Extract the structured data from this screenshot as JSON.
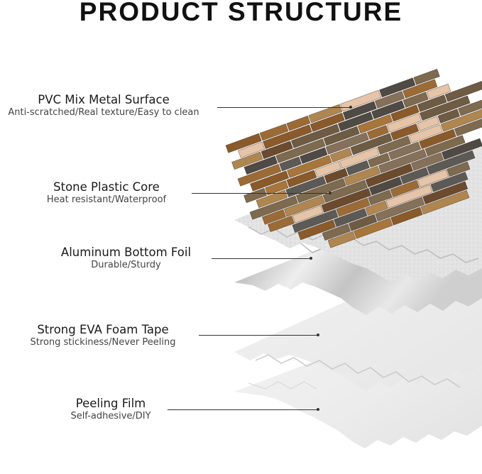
{
  "title": "PRODUCT STRUCTURE",
  "layers": [
    {
      "name": "PVC Mix Metal Surface",
      "desc": "Anti-scratched/Real texture/Easy to clean"
    },
    {
      "name": "Stone Plastic Core",
      "desc": "Heat resistant/Waterproof"
    },
    {
      "name": "Aluminum Bottom Foil",
      "desc": "Durable/Sturdy"
    },
    {
      "name": "Strong EVA Foam Tape",
      "desc": "Strong stickiness/Never Peeling"
    },
    {
      "name": "Peeling Film",
      "desc": "Self-adhesive/DIY"
    }
  ]
}
